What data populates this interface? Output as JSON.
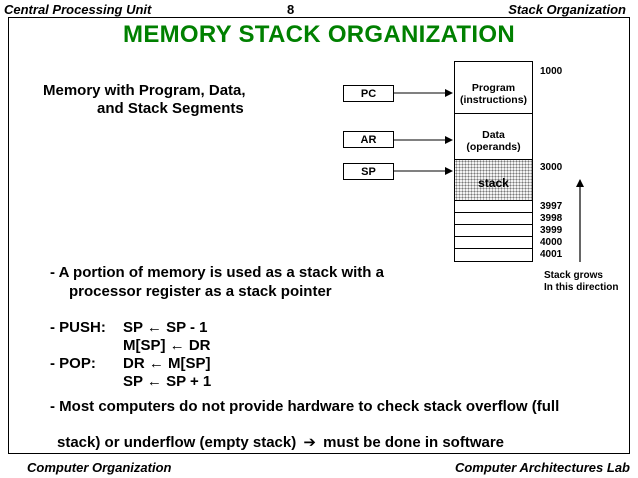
{
  "header": {
    "left": "Central Processing Unit",
    "page_number": "8",
    "right": "Stack Organization"
  },
  "title": "MEMORY  STACK  ORGANIZATION",
  "subtitle": {
    "line1": "Memory with Program, Data,",
    "line2": "and Stack Segments"
  },
  "diagram": {
    "registers": {
      "pc": "PC",
      "ar": "AR",
      "sp": "SP"
    },
    "segments": {
      "program_line1": "Program",
      "program_line2": "(instructions)",
      "data_line1": "Data",
      "data_line2": "(operands)",
      "stack": "stack"
    },
    "addresses": {
      "a1000": "1000",
      "a3000": "3000",
      "a3997": "3997",
      "a3998": "3998",
      "a3999": "3999",
      "a4000": "4000",
      "a4001": "4001"
    },
    "grow_label_line1": "Stack grows",
    "grow_label_line2": "In this direction"
  },
  "body": {
    "bullet1_line1": "- A portion of memory is used as a stack with a",
    "bullet1_line2": "processor register as a stack pointer",
    "push_label": "- PUSH:",
    "push_op1": "SP ← SP - 1",
    "push_op2": "M[SP] ← DR",
    "pop_label": "- POP:",
    "pop_op1": "DR ← M[SP]",
    "pop_op2": "SP ← SP + 1",
    "bullet3_line1": "- Most computers do not provide hardware to check stack overflow (full",
    "bullet3_line2_a": "stack) or underflow (empty stack)",
    "bullet3_arrow": "➔",
    "bullet3_line2_b": "must be done in software"
  },
  "footer": {
    "left": "Computer Organization",
    "right": "Computer Architectures Lab"
  },
  "colors": {
    "title": "#008000",
    "text": "#000000"
  }
}
